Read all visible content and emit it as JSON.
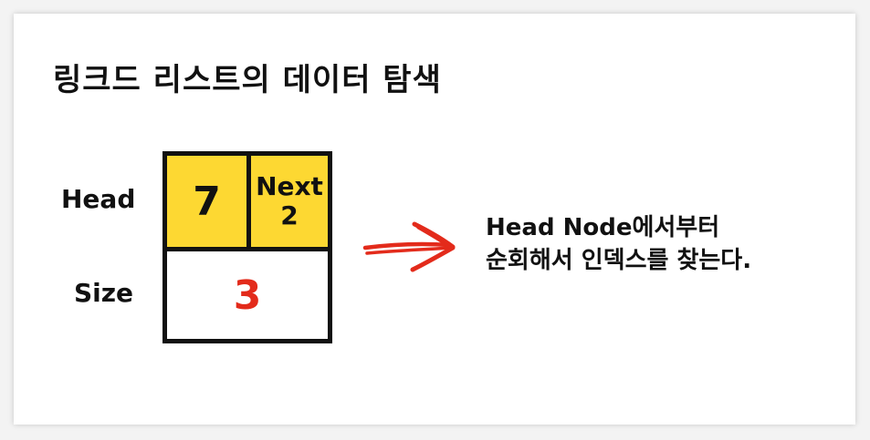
{
  "title": "링크드 리스트의 데이터 탐색",
  "labels": {
    "head": "Head",
    "size": "Size"
  },
  "node": {
    "value": "7",
    "next_label": "Next",
    "next_value": "2",
    "size_value": "3"
  },
  "description": {
    "line1": "Head Node에서부터",
    "line2": "순회해서 인덱스를 찾는다."
  },
  "colors": {
    "node_fill": "#fdd832",
    "size_value": "#e32b1b",
    "arrow": "#e32b1b"
  },
  "icons": {
    "arrow": "arrow-right-icon"
  }
}
